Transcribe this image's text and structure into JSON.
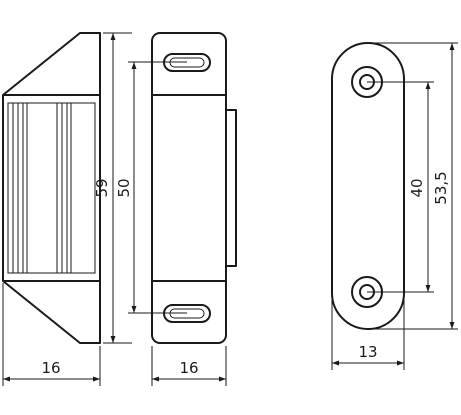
{
  "drawing": {
    "side_view": {
      "width_label": "16",
      "height_label": "59"
    },
    "front_view": {
      "width_label": "16",
      "hole_spacing_label": "50"
    },
    "striker_plate": {
      "width_label": "13",
      "hole_spacing_label": "40",
      "length_label": "53,5"
    }
  }
}
